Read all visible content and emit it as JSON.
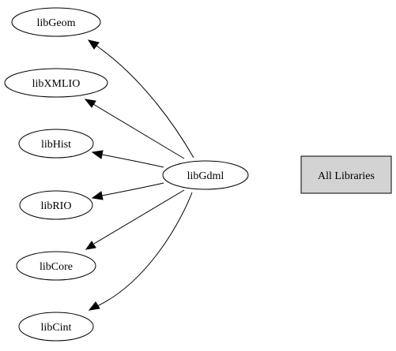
{
  "diagram": {
    "center": {
      "label": "libGdml"
    },
    "dependencies": [
      {
        "label": "libGeom"
      },
      {
        "label": "libXMLIO"
      },
      {
        "label": "libHist"
      },
      {
        "label": "libRIO"
      },
      {
        "label": "libCore"
      },
      {
        "label": "libCint"
      }
    ],
    "all_libraries": {
      "label": "All Libraries"
    }
  }
}
